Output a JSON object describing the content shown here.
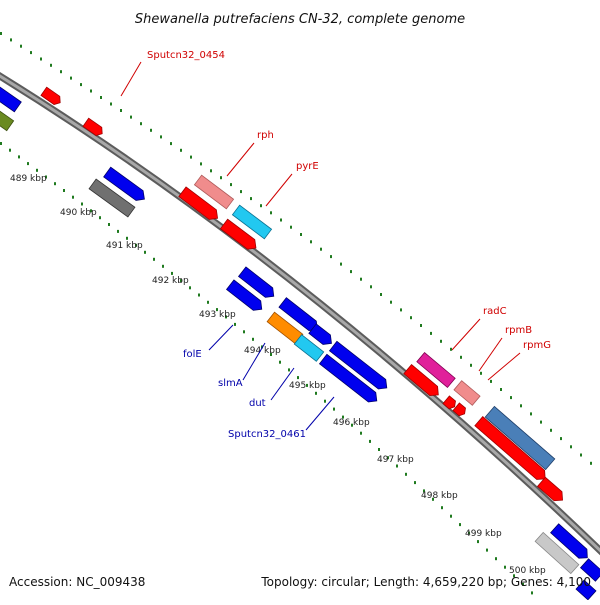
{
  "title": "Shewanella putrefaciens CN-32, complete genome",
  "footer": {
    "accession": "Accession: NC_009438",
    "summary": "Topology: circular; Length: 4,659,220 bp; Genes: 4,100"
  },
  "ticks": [
    "489 kbp",
    "490 kbp",
    "491 kbp",
    "492 kbp",
    "493 kbp",
    "494 kbp",
    "495 kbp",
    "496 kbp",
    "497 kbp",
    "498 kbp",
    "499 kbp",
    "500 kbp"
  ],
  "gene_labels": {
    "outer": [
      "Sputcn32_0454",
      "rph",
      "pyrE",
      "radC",
      "rpmB",
      "rpmG"
    ],
    "inner": [
      "folE",
      "slmA",
      "dut",
      "Sputcn32_0461"
    ]
  },
  "colors": {
    "backbone": "#8a8a8a",
    "dots": "#1f7a1f",
    "red": "#ff0000",
    "blue": "#0000ee",
    "salmon": "#f08c8c",
    "cyan": "#22c8f0",
    "magenta": "#e0209a",
    "steelblue": "#4a7fb8",
    "orange": "#ff8c00",
    "gray": "#707070",
    "olive": "#6a8a20",
    "lightgray": "#c8c8c8",
    "label_red": "#d00000",
    "label_blue": "#0000aa"
  }
}
